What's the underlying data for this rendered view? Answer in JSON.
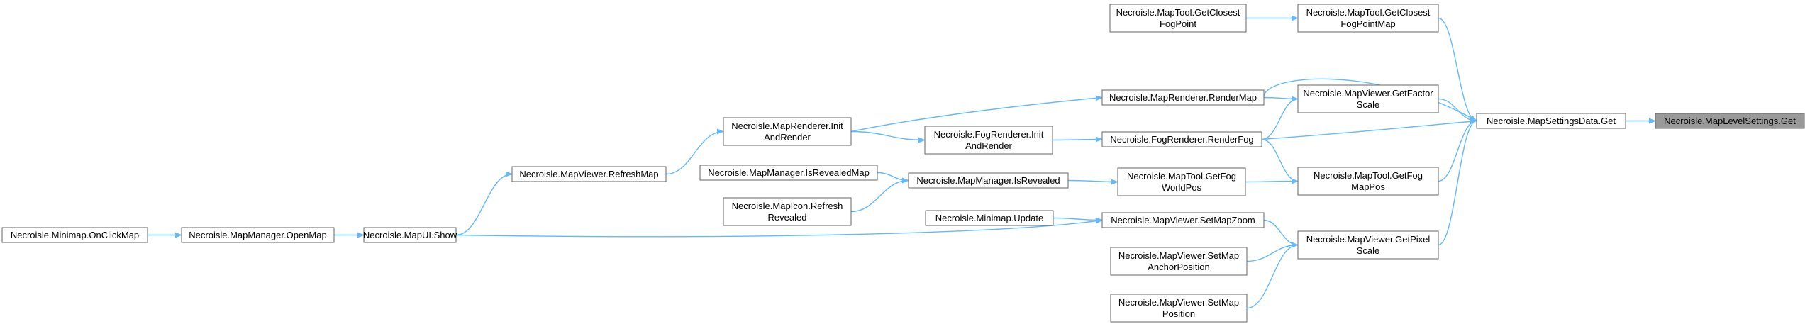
{
  "nodes": {
    "onclickmap": {
      "lines": [
        "Necroisle.Minimap.OnClickMap"
      ],
      "highlighted": false
    },
    "openmap": {
      "lines": [
        "Necroisle.MapManager.OpenMap"
      ],
      "highlighted": false
    },
    "mapui_show": {
      "lines": [
        "Necroisle.MapUI.Show"
      ],
      "highlighted": false
    },
    "refreshmap": {
      "lines": [
        "Necroisle.MapViewer.RefreshMap"
      ],
      "highlighted": false
    },
    "isrevealedmap": {
      "lines": [
        "Necroisle.MapManager.IsRevealedMap"
      ],
      "highlighted": false
    },
    "mapicon_refresh": {
      "lines": [
        "Necroisle.MapIcon.Refresh",
        "Revealed"
      ],
      "highlighted": false
    },
    "mapren_init": {
      "lines": [
        "Necroisle.MapRenderer.Init",
        "AndRender"
      ],
      "highlighted": false
    },
    "fogren_init": {
      "lines": [
        "Necroisle.FogRenderer.Init",
        "AndRender"
      ],
      "highlighted": false
    },
    "isrevealed": {
      "lines": [
        "Necroisle.MapManager.IsRevealed"
      ],
      "highlighted": false
    },
    "minimap_update": {
      "lines": [
        "Necroisle.Minimap.Update"
      ],
      "highlighted": false
    },
    "getclosestfogpt": {
      "lines": [
        "Necroisle.MapTool.GetClosest",
        "FogPoint"
      ],
      "highlighted": false
    },
    "rendermap": {
      "lines": [
        "Necroisle.MapRenderer.RenderMap"
      ],
      "highlighted": false
    },
    "renderfog": {
      "lines": [
        "Necroisle.FogRenderer.RenderFog"
      ],
      "highlighted": false
    },
    "getfogworldpos": {
      "lines": [
        "Necroisle.MapTool.GetFog",
        "WorldPos"
      ],
      "highlighted": false
    },
    "setmapzoom": {
      "lines": [
        "Necroisle.MapViewer.SetMapZoom"
      ],
      "highlighted": false
    },
    "setmapanchor": {
      "lines": [
        "Necroisle.MapViewer.SetMap",
        "AnchorPosition"
      ],
      "highlighted": false
    },
    "setmappos": {
      "lines": [
        "Necroisle.MapViewer.SetMap",
        "Position"
      ],
      "highlighted": false
    },
    "getclosestfogmap": {
      "lines": [
        "Necroisle.MapTool.GetClosest",
        "FogPointMap"
      ],
      "highlighted": false
    },
    "getfactorscale": {
      "lines": [
        "Necroisle.MapViewer.GetFactor",
        "Scale"
      ],
      "highlighted": false
    },
    "getfogmappos": {
      "lines": [
        "Necroisle.MapTool.GetFog",
        "MapPos"
      ],
      "highlighted": false
    },
    "getpixelscale": {
      "lines": [
        "Necroisle.MapViewer.GetPixel",
        "Scale"
      ],
      "highlighted": false
    },
    "mapsettingsget": {
      "lines": [
        "Necroisle.MapSettingsData.Get"
      ],
      "highlighted": false
    },
    "maplevelget": {
      "lines": [
        "Necroisle.MapLevelSettings.Get"
      ],
      "highlighted": true
    }
  },
  "edges": [
    [
      "onclickmap",
      "openmap"
    ],
    [
      "openmap",
      "mapui_show"
    ],
    [
      "mapui_show",
      "refreshmap"
    ],
    [
      "mapui_show",
      "setmapzoom"
    ],
    [
      "refreshmap",
      "mapren_init"
    ],
    [
      "mapren_init",
      "fogren_init"
    ],
    [
      "mapren_init",
      "rendermap"
    ],
    [
      "fogren_init",
      "renderfog"
    ],
    [
      "isrevealedmap",
      "isrevealed"
    ],
    [
      "mapicon_refresh",
      "isrevealed"
    ],
    [
      "isrevealed",
      "getfogworldpos"
    ],
    [
      "minimap_update",
      "setmapzoom"
    ],
    [
      "getclosestfogpt",
      "getclosestfogmap"
    ],
    [
      "rendermap",
      "getfactorscale"
    ],
    [
      "rendermap",
      "mapsettingsget"
    ],
    [
      "renderfog",
      "getfactorscale"
    ],
    [
      "renderfog",
      "mapsettingsget"
    ],
    [
      "renderfog",
      "getfogmappos"
    ],
    [
      "getfogworldpos",
      "getfogmappos"
    ],
    [
      "setmapzoom",
      "getpixelscale"
    ],
    [
      "setmapanchor",
      "getpixelscale"
    ],
    [
      "setmappos",
      "getpixelscale"
    ],
    [
      "getclosestfogmap",
      "mapsettingsget"
    ],
    [
      "getfactorscale",
      "mapsettingsget"
    ],
    [
      "getfogmappos",
      "mapsettingsget"
    ],
    [
      "getpixelscale",
      "mapsettingsget"
    ],
    [
      "mapsettingsget",
      "maplevelget"
    ]
  ],
  "colors": {
    "edge": "#63b8ff",
    "node_border": "#666666",
    "node_fill": "#ffffff",
    "highlight_fill": "#9a9a9a",
    "highlight_border": "#666666"
  }
}
